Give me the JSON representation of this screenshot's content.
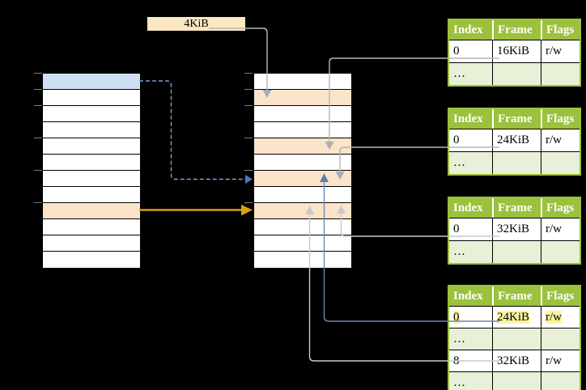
{
  "frame_size_label": "4KiB",
  "page_table_columns": [
    "Index",
    "Frame",
    "Flags"
  ],
  "page_tables": [
    {
      "rows": [
        {
          "cells": [
            "0",
            "16KiB",
            "r/w"
          ]
        },
        {
          "cells": [
            "…",
            "",
            ""
          ],
          "shaded": true
        }
      ]
    },
    {
      "rows": [
        {
          "cells": [
            "0",
            "24KiB",
            "r/w"
          ]
        },
        {
          "cells": [
            "…",
            "",
            ""
          ],
          "shaded": true
        }
      ]
    },
    {
      "rows": [
        {
          "cells": [
            "0",
            "32KiB",
            "r/w"
          ]
        },
        {
          "cells": [
            "…",
            "",
            ""
          ],
          "shaded": true
        }
      ]
    },
    {
      "rows": [
        {
          "cells": [
            "0",
            "24KiB",
            "r/w"
          ],
          "highlighted": true
        },
        {
          "cells": [
            "…",
            "",
            ""
          ],
          "shaded": true
        },
        {
          "cells": [
            "8",
            "32KiB",
            "r/w"
          ]
        },
        {
          "cells": [
            "…",
            "",
            ""
          ],
          "shaded": true
        }
      ]
    }
  ],
  "memory_tables": [
    {
      "key": "left",
      "rows": [
        "blue",
        "white",
        "white",
        "white",
        "white",
        "white",
        "white",
        "white",
        "orange",
        "white",
        "white",
        "white"
      ],
      "tick_offsets": [
        0,
        20,
        40,
        80,
        120,
        160
      ]
    },
    {
      "key": "middle",
      "rows": [
        "white",
        "orange",
        "white",
        "white",
        "orange",
        "white",
        "orange",
        "white",
        "orange",
        "white",
        "white",
        "white"
      ],
      "tick_offsets": [
        0,
        20,
        40,
        80,
        120,
        160
      ]
    }
  ],
  "colors": {
    "background": "#000000",
    "row_white": "#ffffff",
    "row_blue": "#cfdff2",
    "row_orange": "#fce4cb",
    "label_tan": "#fbe7c2",
    "header_green": "#9cc13c",
    "row_light_green": "#e9f0d8",
    "highlight_yellow": "#fbf49f",
    "border_black": "#000000",
    "tick_gray": "#7a7a7a",
    "line_gray": "#b5b5b5",
    "line_light_gray": "#c6cacf",
    "arrow_gray": "#a6adb8",
    "line_blue": "#6a88b0",
    "arrow_blue": "#5c7fb0",
    "dashed_blue": "#7aa0d2",
    "dashed_arrow_blue": "#4a79bd",
    "arrow_gold": "#dc9f14"
  }
}
